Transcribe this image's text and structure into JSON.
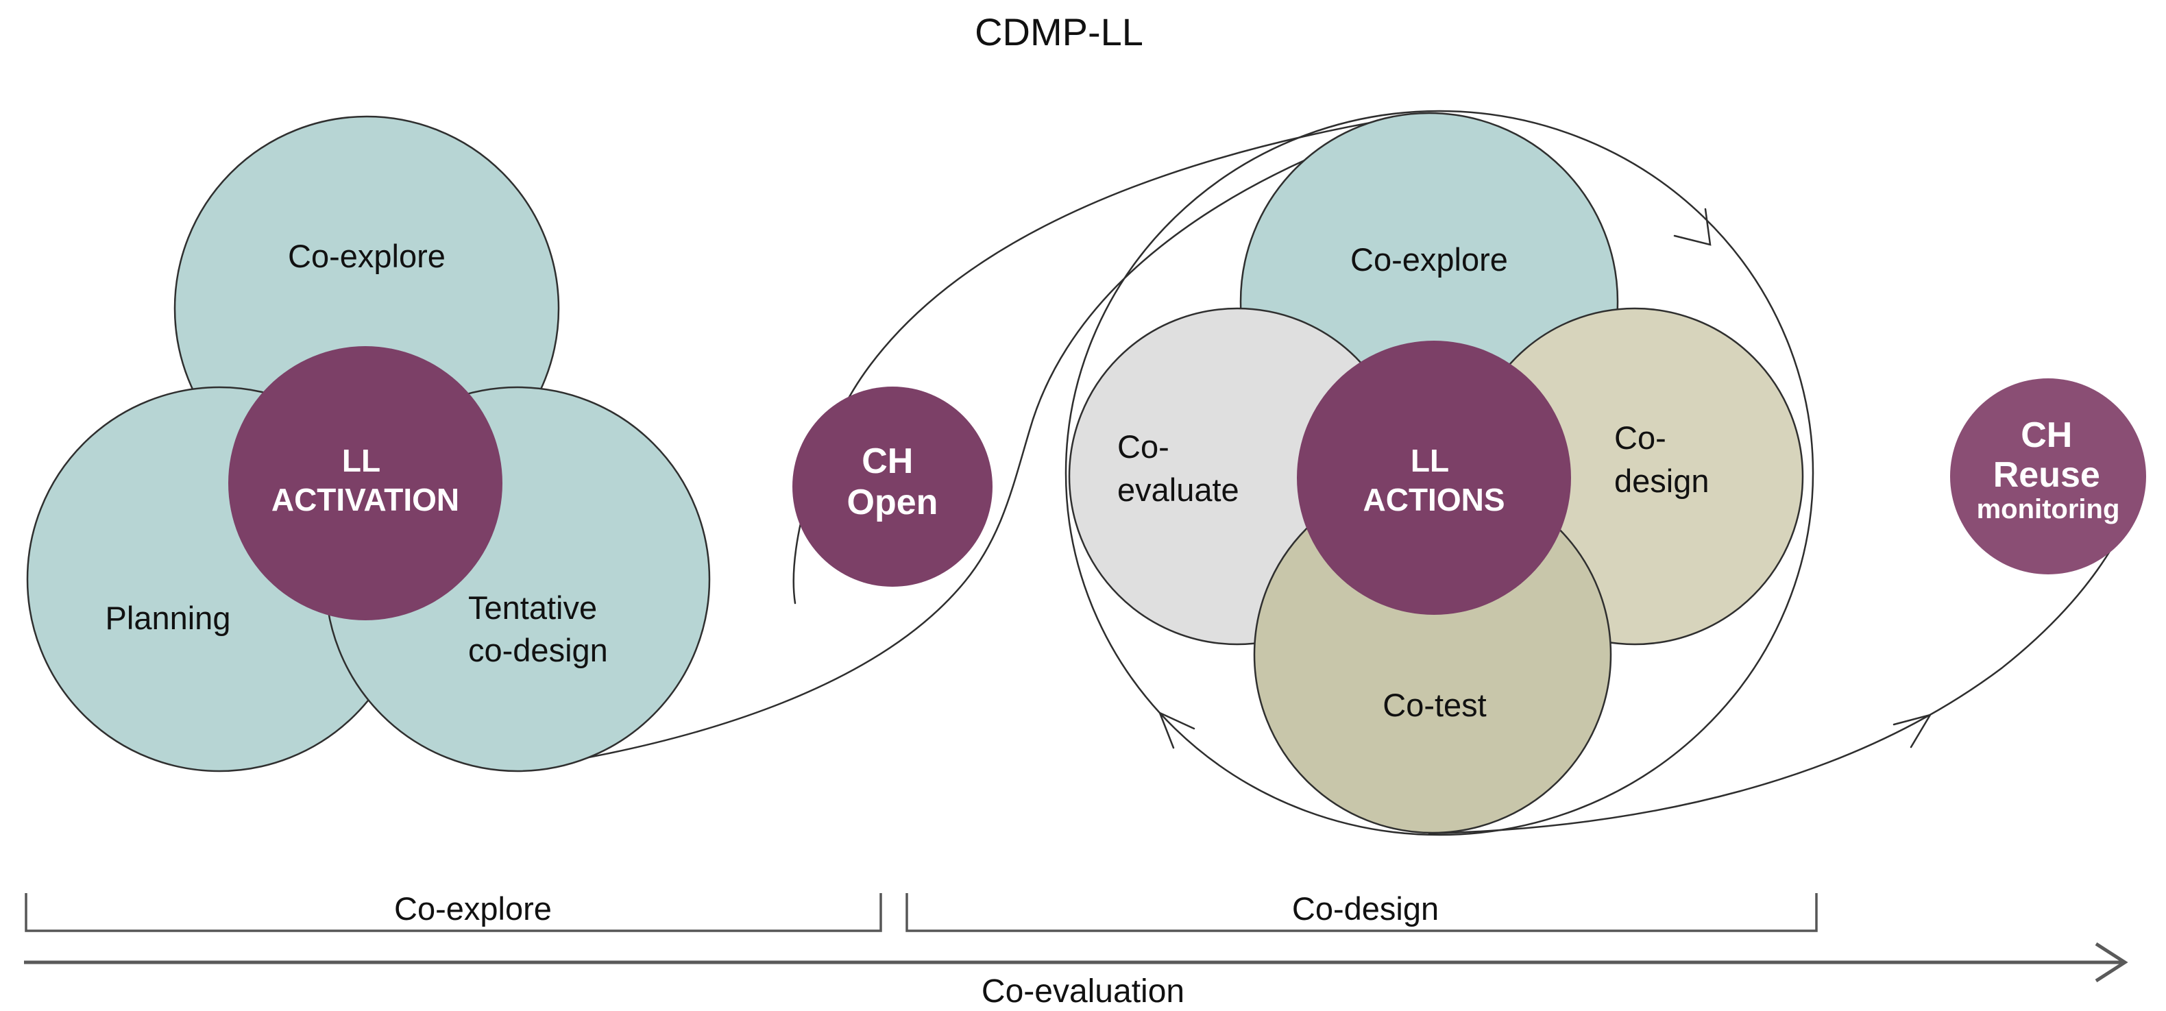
{
  "title": "CDMP-LL",
  "colors": {
    "teal": "#b7d5d4",
    "gray": "#dfdfdf",
    "beige": "#d7d4bc",
    "khaki": "#c8c6aa",
    "purple": "#7c4067",
    "purple_light": "#8a4e74",
    "outline": "#2f2f2f",
    "curve": "#2e2e2e",
    "timeline_gray": "#565656",
    "text": "#111111",
    "text_inverse": "#ffffff"
  },
  "left_cluster": {
    "top_label": "Co-explore",
    "bottom_left_label": "Planning",
    "bottom_right_label_line1": "Tentative",
    "bottom_right_label_line2": "co-design",
    "center_label_line1": "LL",
    "center_label_line2": "ACTIVATION"
  },
  "ch_open": {
    "line1": "CH",
    "line2": "Open"
  },
  "right_cluster": {
    "top_label": "Co-explore",
    "left_label_line1": "Co-",
    "left_label_line2": "evaluate",
    "right_label_line1": "Co-",
    "right_label_line2": "design",
    "bottom_label": "Co-test",
    "center_label_line1": "LL",
    "center_label_line2": "ACTIONS"
  },
  "ch_reuse": {
    "line1": "CH",
    "line2": "Reuse",
    "line3": "monitoring"
  },
  "timeline": {
    "phase1_label": "Co-explore",
    "phase2_label": "Co-design",
    "axis_label": "Co-evaluation"
  }
}
